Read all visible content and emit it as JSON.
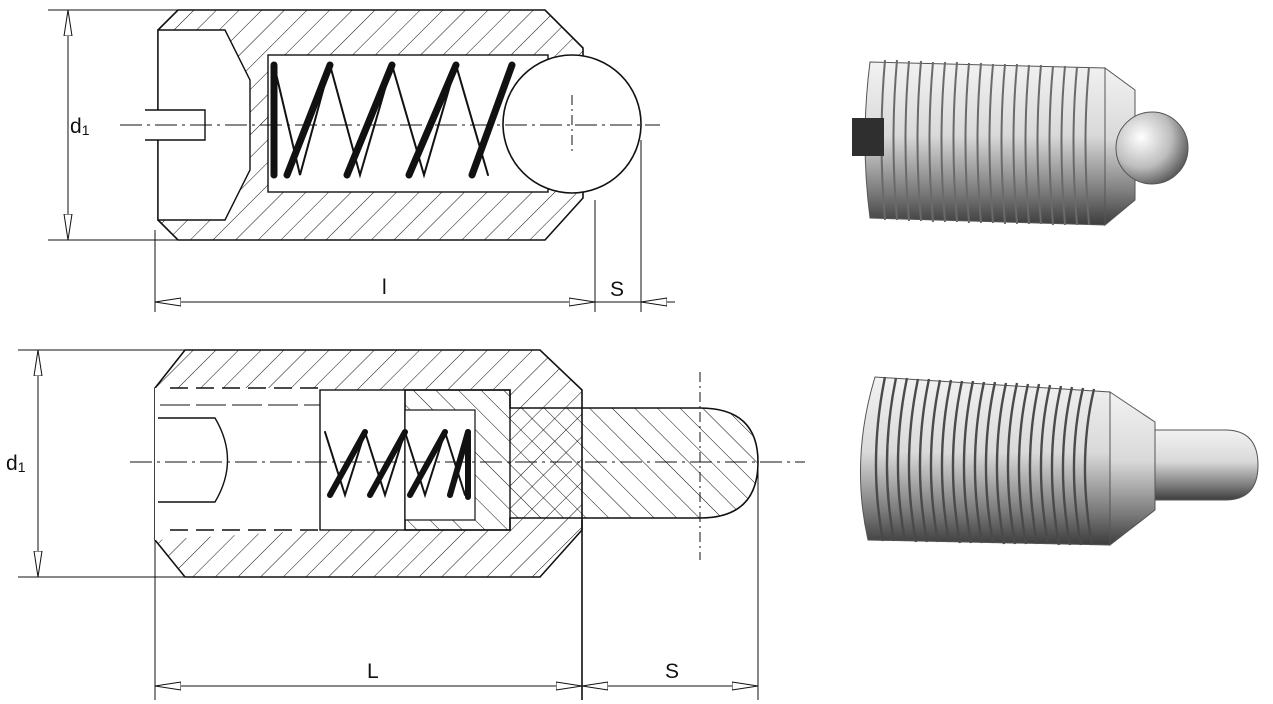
{
  "top_drawing": {
    "diameter_label": "d",
    "diameter_subscript": "1",
    "length_label": "l",
    "stroke_label": "S"
  },
  "bottom_drawing": {
    "diameter_label": "d",
    "diameter_subscript": "1",
    "length_label": "L",
    "stroke_label": "S"
  },
  "photos": {
    "ball_plunger": "ball-spring-plunger-photo",
    "pin_plunger": "pin-spring-plunger-photo"
  },
  "colors": {
    "line": "#111111",
    "metal_light": "#e6e6e6",
    "metal_dark": "#4a4a4a"
  }
}
